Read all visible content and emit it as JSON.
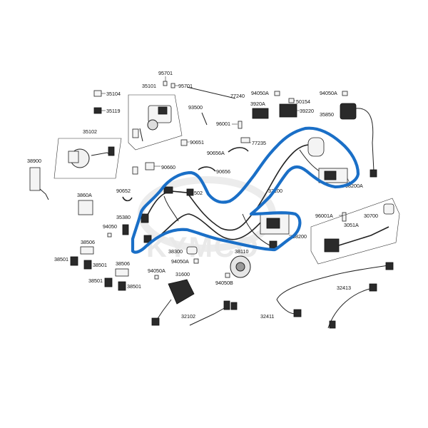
{
  "watermark": "KYMCO",
  "colors": {
    "harness_outline": "#1a6fc7",
    "line": "#222222",
    "watermark": "#e9e9e9"
  },
  "labels": {
    "p95701a": "95701",
    "p95701b": "95701",
    "p35101": "35101",
    "p35104": "35104",
    "p35119": "35119",
    "p77240": "77240",
    "p93500": "93500",
    "p94050a_top": "94050A",
    "p50154": "50154",
    "p94050a_tr": "94050A",
    "p3920a": "3920A",
    "p39220": "39220",
    "p35850": "35850",
    "p96001": "96001",
    "p77235": "77235",
    "p35102": "35102",
    "p90651": "90651",
    "p90656a": "90656A",
    "p38900": "38900",
    "p90660": "90660",
    "p90656": "90656",
    "p98200a": "98200A",
    "p3860a": "3860A",
    "p90652": "90652",
    "p502": "502",
    "p32100": "32100",
    "p35380": "35380",
    "p94050": "94050",
    "p96001a": "96001A",
    "p30700": "30700",
    "p3051a": "3051A",
    "p98200": "98200",
    "p38506a": "38506",
    "p38501a": "38501",
    "p38501b": "38501",
    "p38506b": "38506",
    "p38501c": "38501",
    "p38501d": "38501",
    "p38300": "38300",
    "p94050a_mid": "94050A",
    "p38110": "38110",
    "p94050a_low": "94050A",
    "p31600": "31600",
    "p94050b": "94050B",
    "p32413": "32413",
    "p32102": "32102",
    "p32411": "32411"
  }
}
